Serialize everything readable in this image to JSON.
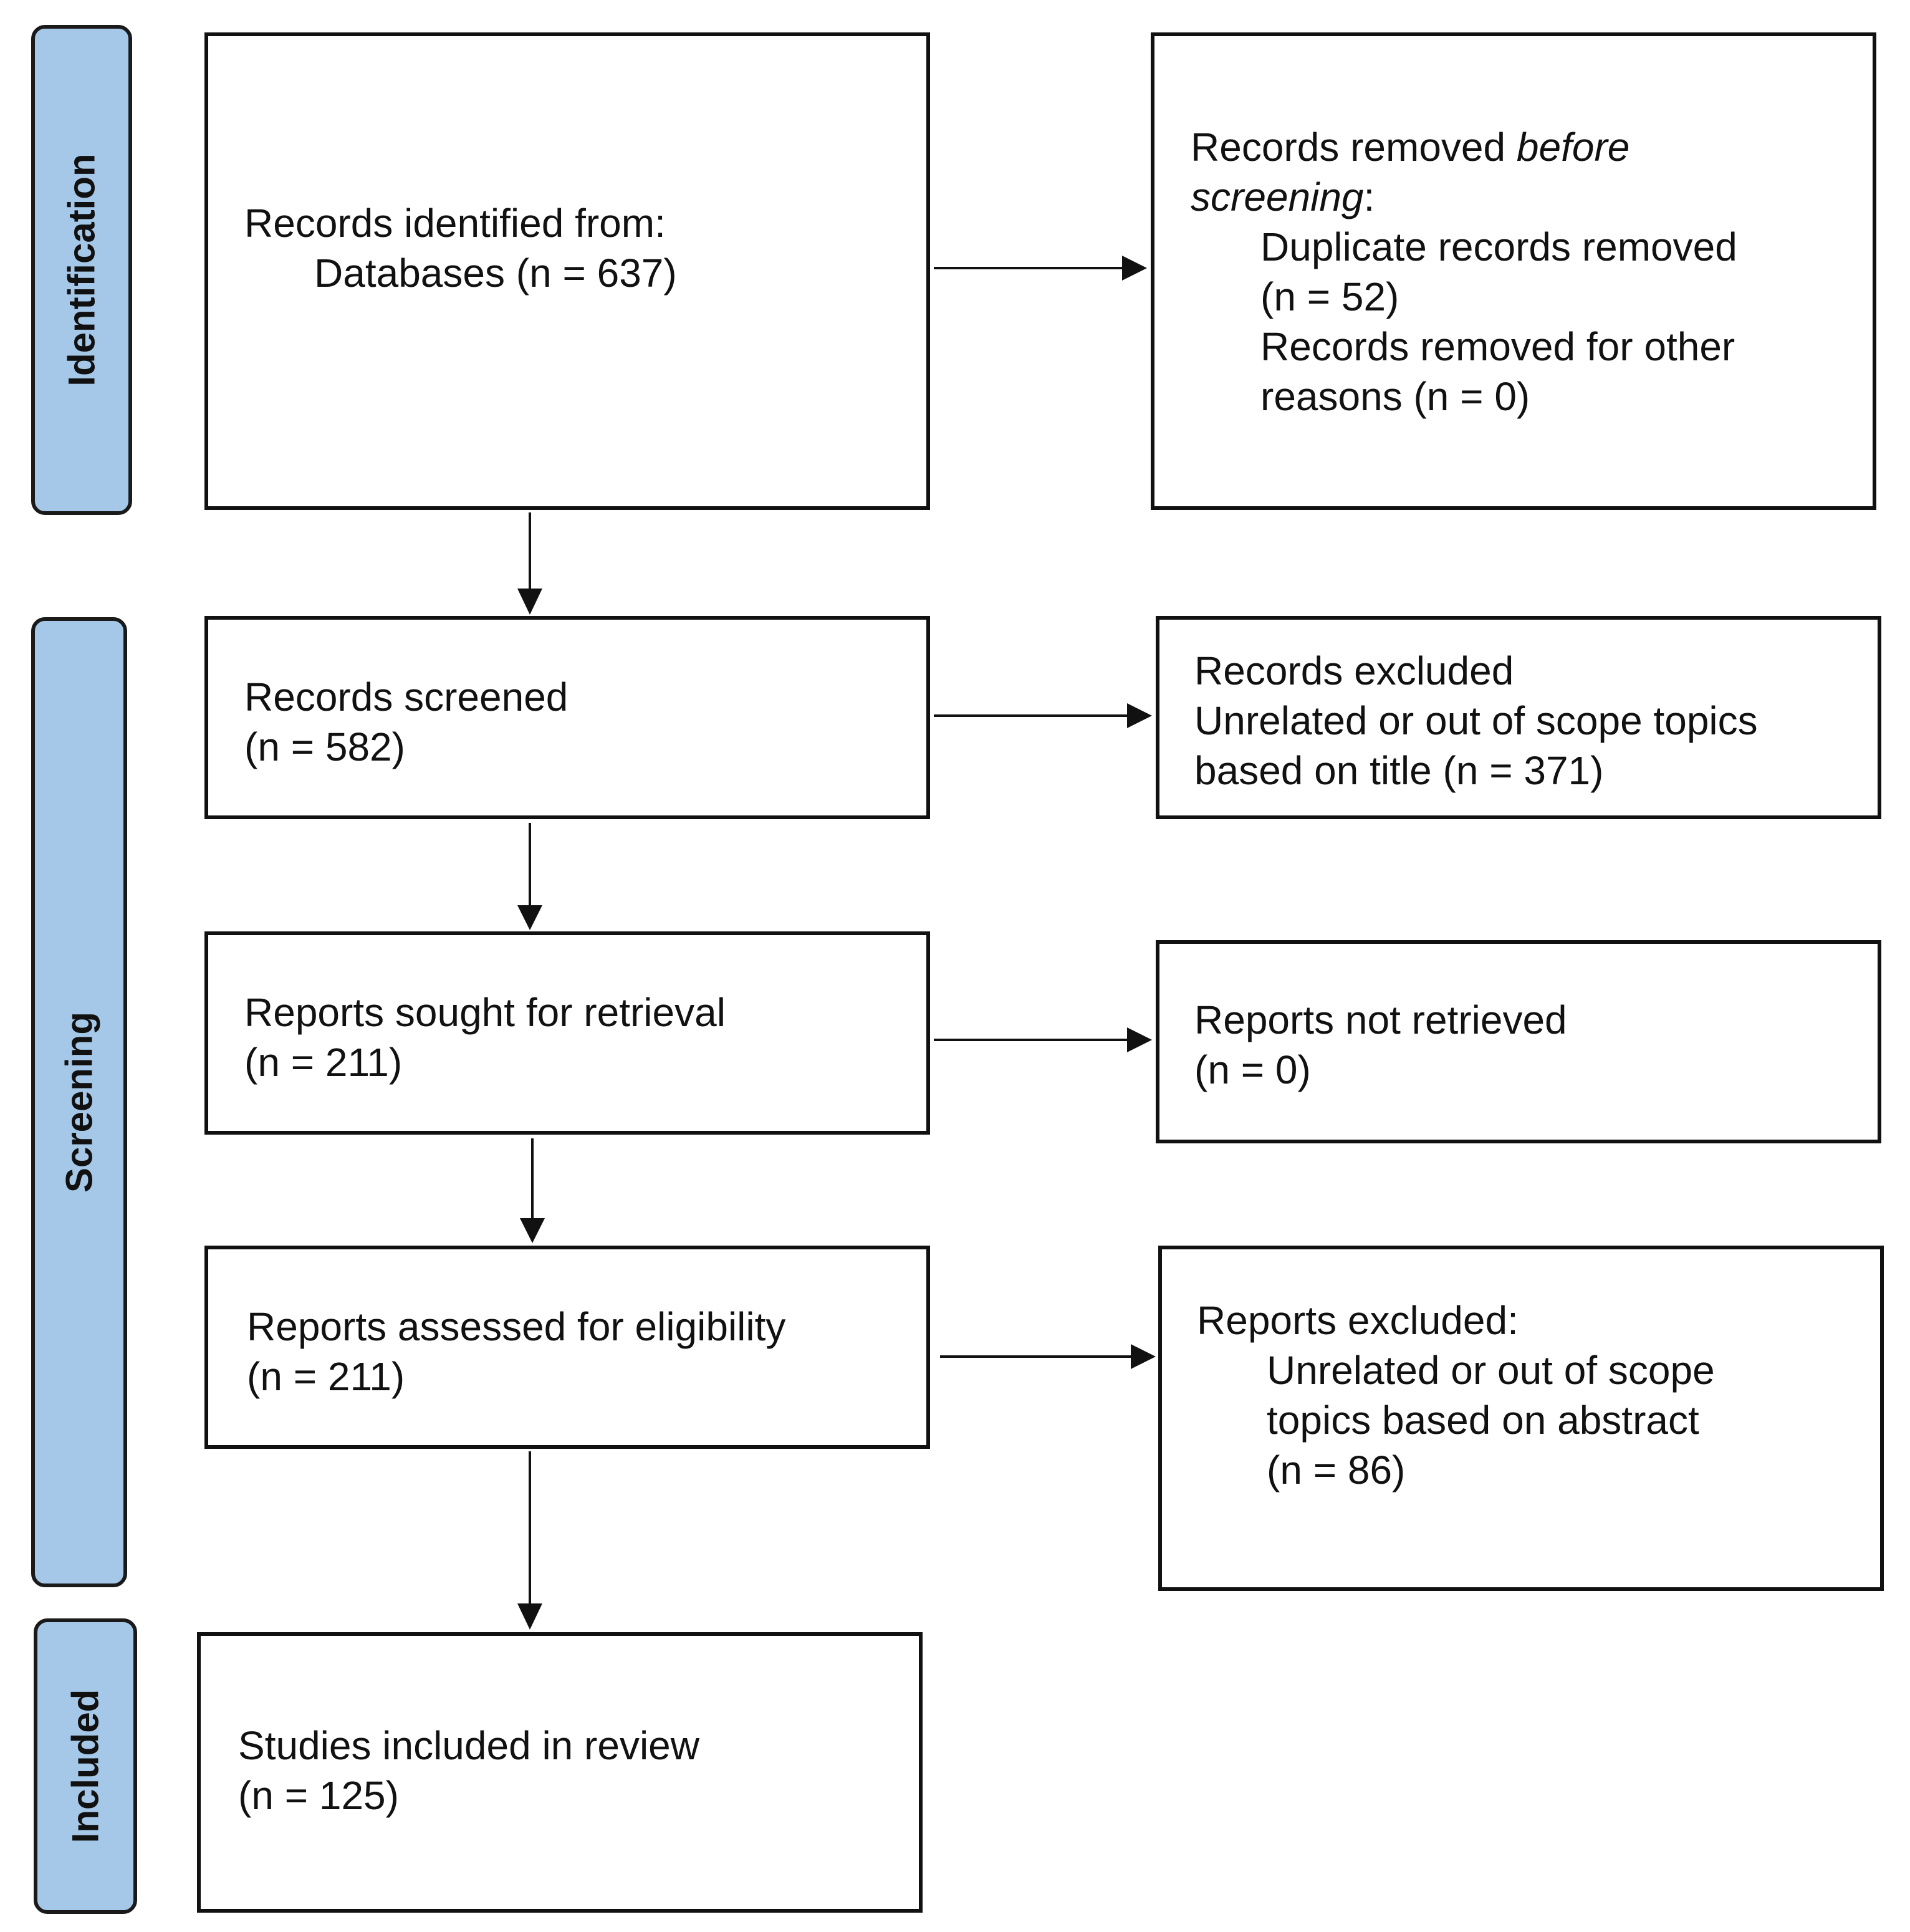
{
  "phases": {
    "identification": "Identification",
    "screening": "Screening",
    "included": "Included"
  },
  "identified": {
    "line1": "Records identified from:",
    "line2": "Databases (n = 637)"
  },
  "removed": {
    "line1_a": "Records removed ",
    "line1_b": "before",
    "line2_a": "screening",
    "line2_b": ":",
    "line3": "Duplicate records removed",
    "line4": "(n = 52)",
    "line5": "Records removed for other",
    "line6": "reasons (n = 0)"
  },
  "screened": {
    "line1": "Records screened",
    "line2": "(n = 582)"
  },
  "excluded_records": {
    "line1": "Records excluded",
    "line2": "Unrelated or out of scope topics",
    "line3": "based on title (n = 371)"
  },
  "sought": {
    "line1": "Reports sought for retrieval",
    "line2": "(n = 211)"
  },
  "not_retrieved": {
    "line1": "Reports not retrieved",
    "line2": "(n = 0)"
  },
  "assessed": {
    "line1": "Reports assessed for eligibility",
    "line2": "(n = 211)"
  },
  "excluded_reports": {
    "line1": "Reports excluded:",
    "line2": "Unrelated or out of scope",
    "line3": "topics based on abstract",
    "line4": "(n = 86)"
  },
  "included": {
    "line1": "Studies included in review",
    "line2": "(n = 125)"
  }
}
